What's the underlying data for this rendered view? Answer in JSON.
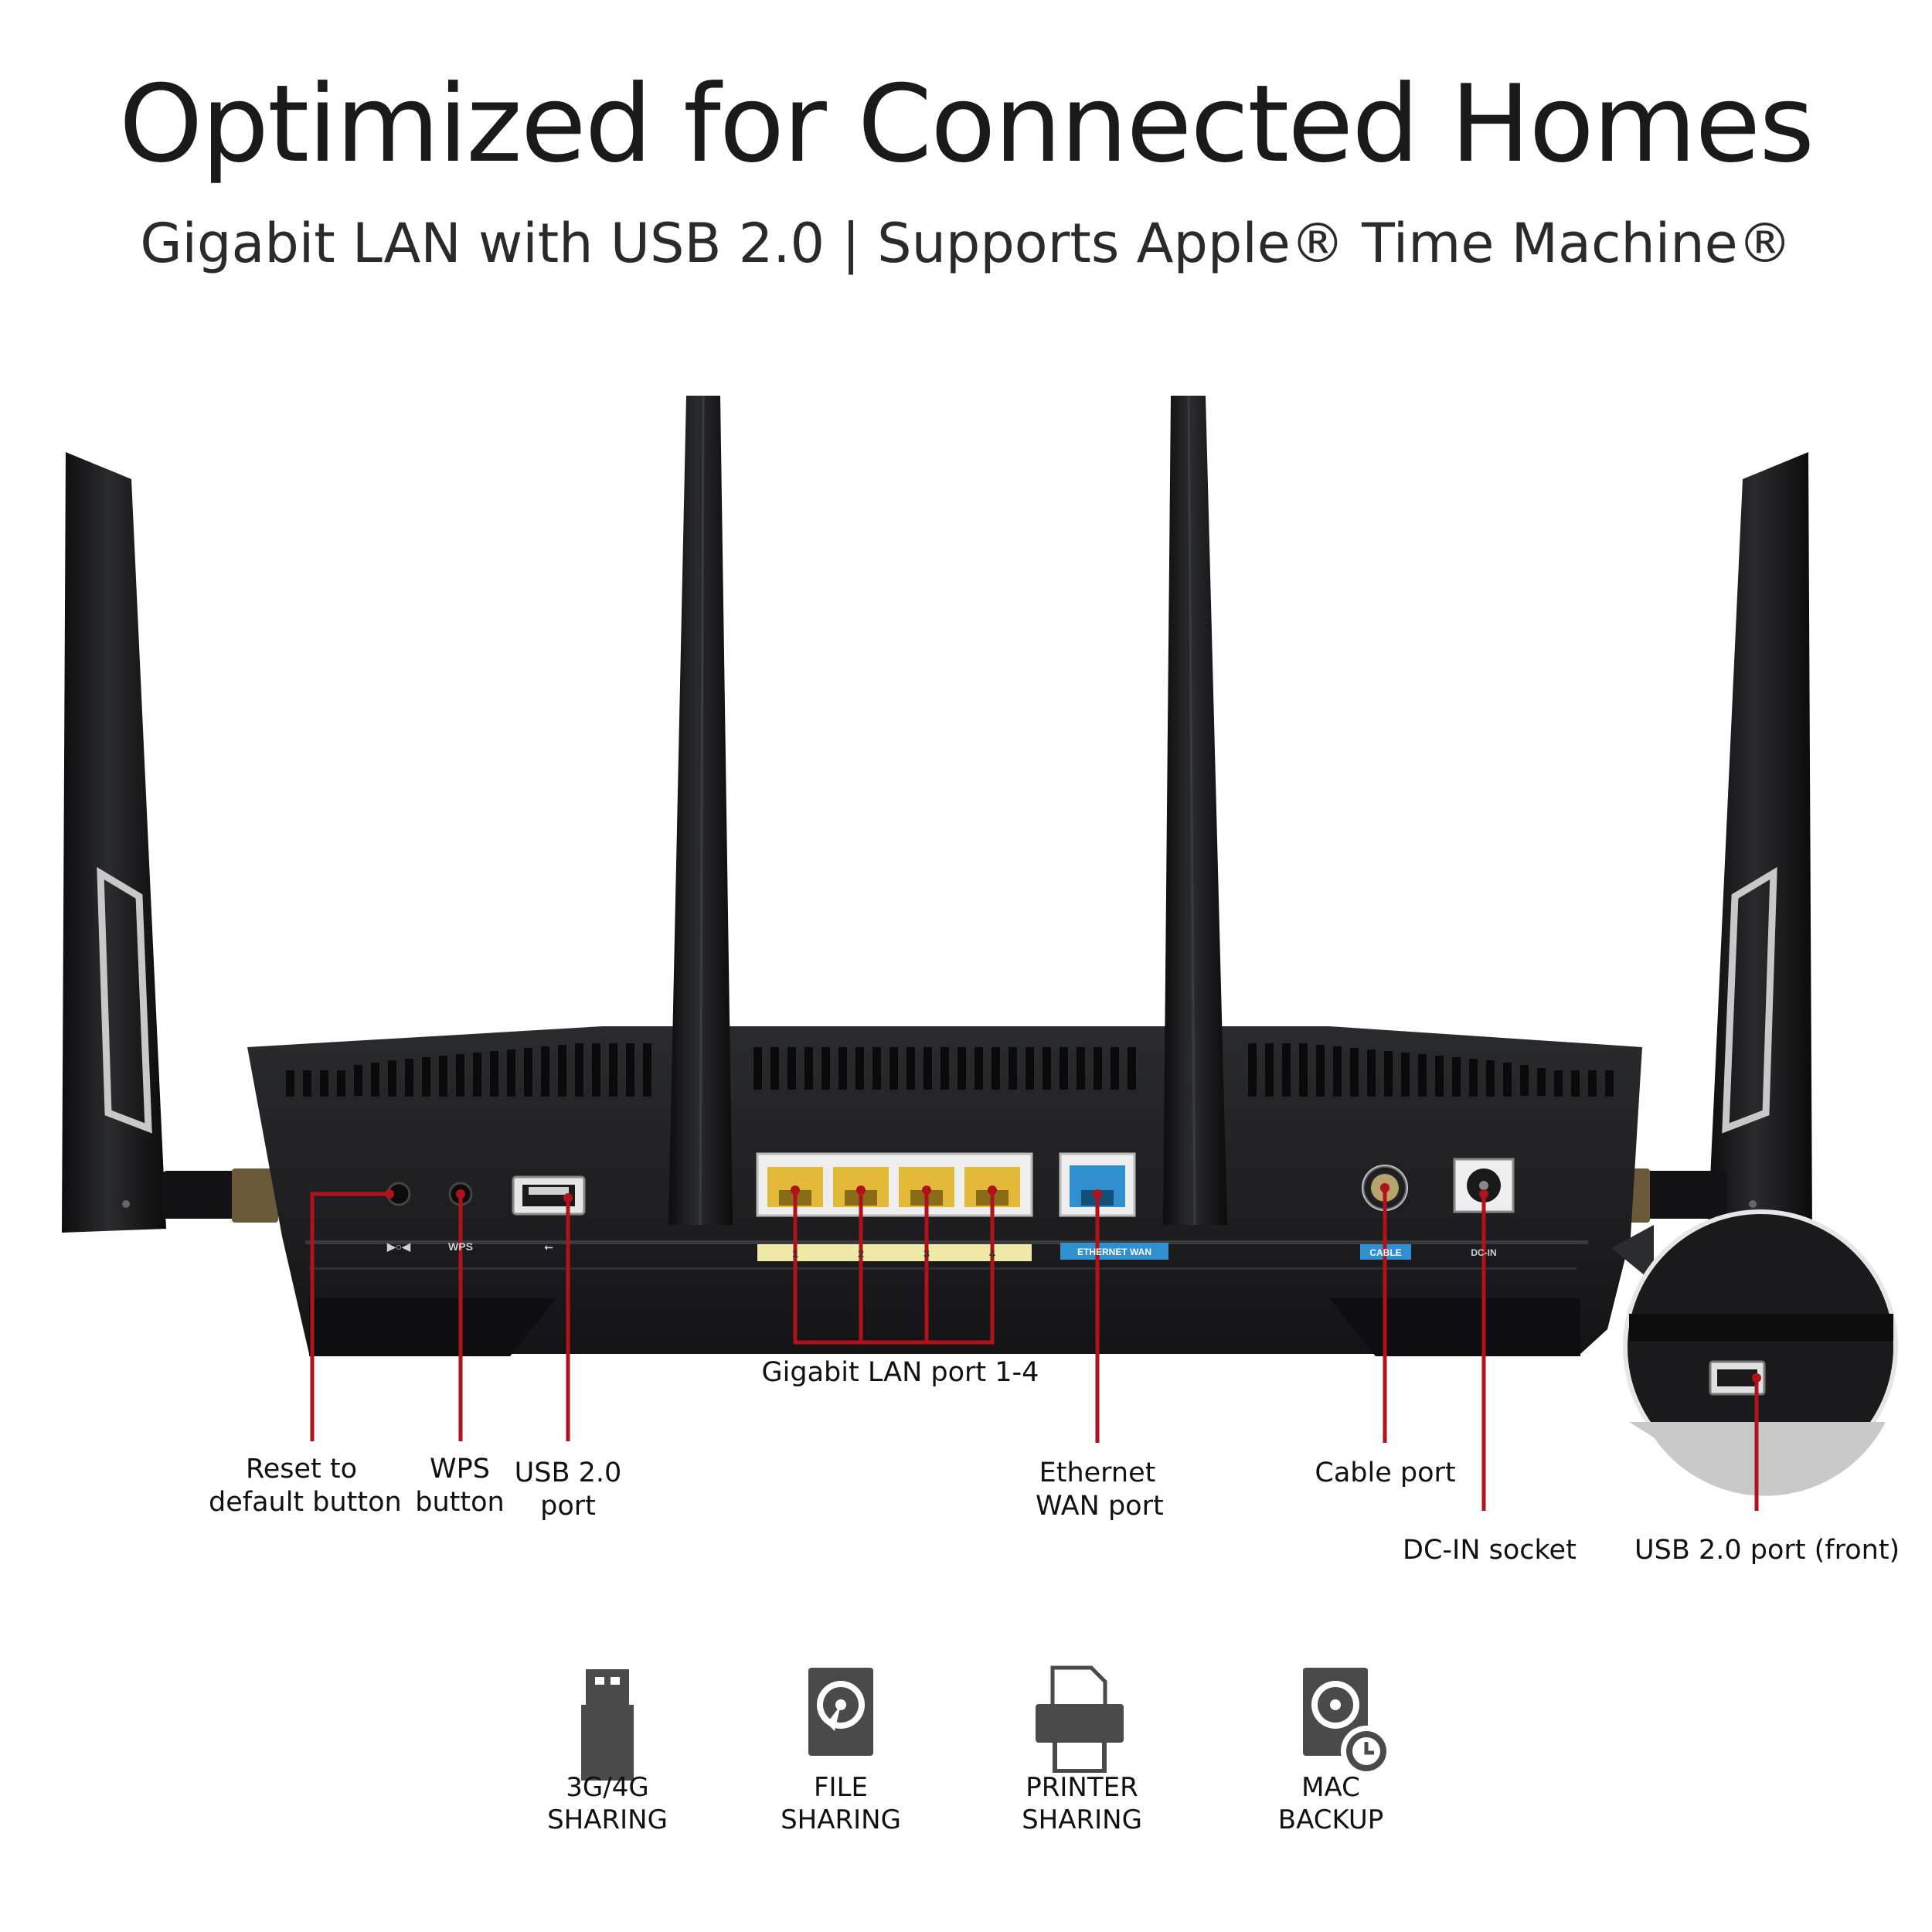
{
  "header": {
    "title": "Optimized for Connected Homes",
    "subtitle": "Gigabit LAN with USB 2.0 | Supports Apple® Time Machine®"
  },
  "router": {
    "panel_labels": {
      "reset_symbol": "▶○◀",
      "wps": "WPS",
      "usb_symbol": "⭠",
      "lan_numbers": [
        "1",
        "2",
        "3",
        "4"
      ],
      "ethernet_wan": "ETHERNET WAN",
      "cable": "CABLE",
      "dc_in": "DC-IN"
    },
    "callouts": {
      "reset": [
        "Reset to",
        "default button"
      ],
      "wps": [
        "WPS",
        "button"
      ],
      "usb_rear": [
        "USB 2.0",
        "port"
      ],
      "lan": "Gigabit LAN port 1-4",
      "wan": [
        "Ethernet",
        "WAN port"
      ],
      "cable": "Cable port",
      "dcin": "DC-IN socket",
      "usb_front": "USB 2.0 port (front)"
    },
    "colors": {
      "callout_line": "#b0121b",
      "lan_port": "#e3b93a",
      "wan_port": "#2f8fcf",
      "body": "#1b1c1e"
    }
  },
  "features": [
    {
      "icon": "usb-stick-icon",
      "lines": [
        "3G/4G",
        "SHARING"
      ]
    },
    {
      "icon": "hard-drive-icon",
      "lines": [
        "FILE",
        "SHARING"
      ]
    },
    {
      "icon": "printer-icon",
      "lines": [
        "PRINTER",
        "SHARING"
      ]
    },
    {
      "icon": "time-machine-backup-icon",
      "lines": [
        "MAC",
        "BACKUP"
      ]
    }
  ]
}
